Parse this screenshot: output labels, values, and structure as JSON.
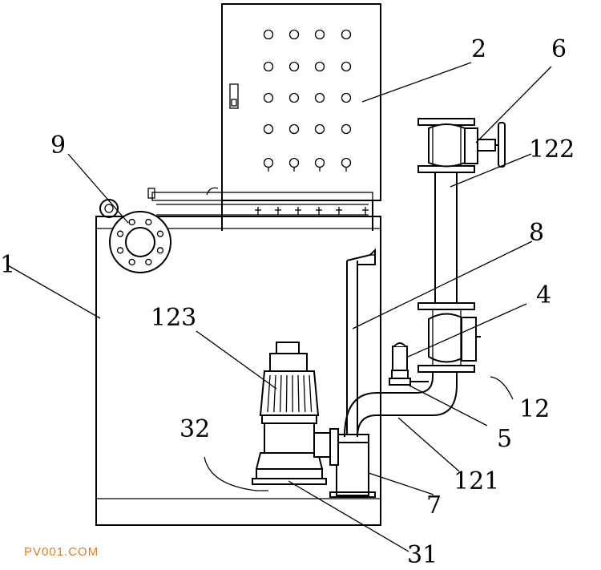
{
  "labels": {
    "l1": "1",
    "l2": "2",
    "l4": "4",
    "l5": "5",
    "l6": "6",
    "l7": "7",
    "l8": "8",
    "l9": "9",
    "l12": "12",
    "l121": "121",
    "l122": "122",
    "l123": "123",
    "l31": "31",
    "l32": "32"
  },
  "watermark": "PV001.COM"
}
